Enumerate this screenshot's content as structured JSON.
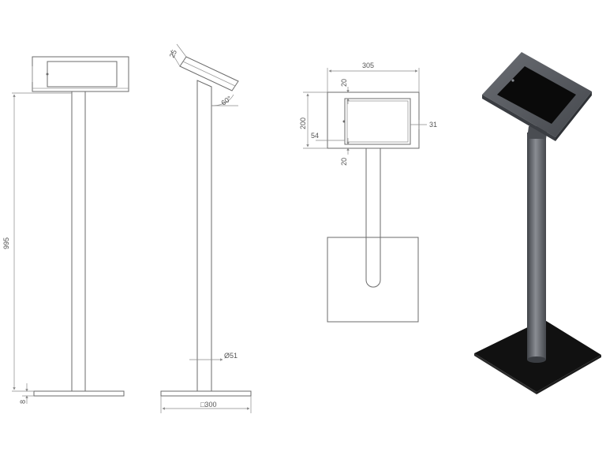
{
  "dimensions": {
    "height": "995",
    "base_thickness": "8",
    "holder_thickness": "25",
    "tilt_angle": "60°",
    "pole_diameter": "Ø51",
    "base_size": "□300",
    "holder_width": "305",
    "holder_height": "200",
    "frame_top": "20",
    "frame_bottom": "20",
    "frame_left": "54",
    "frame_right": "31"
  },
  "colors": {
    "line": "#6b6b6b",
    "body": "#5f6268",
    "base": "#111111",
    "screen": "#0a0a0a"
  }
}
